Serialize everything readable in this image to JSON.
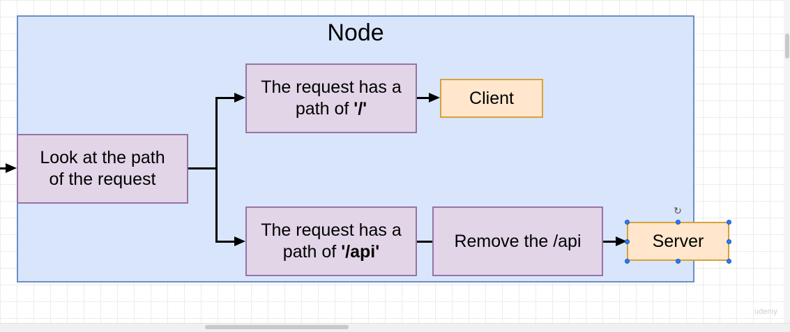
{
  "diagram": {
    "container_title": "Node",
    "nodes": {
      "look_at_path": {
        "line1": "Look at the path",
        "line2": "of the request"
      },
      "path_root": {
        "line1": "The request has a",
        "line2_prefix": "path of ",
        "line2_bold": "'/'"
      },
      "path_api": {
        "line1": "The request has a",
        "line2_prefix": "path of ",
        "line2_bold": "'/api'"
      },
      "client": {
        "label": "Client"
      },
      "remove_api": {
        "label": "Remove the /api"
      },
      "server": {
        "label": "Server"
      }
    },
    "edges": [
      {
        "from": "external",
        "to": "look_at_path"
      },
      {
        "from": "look_at_path",
        "to": "path_root"
      },
      {
        "from": "look_at_path",
        "to": "path_api"
      },
      {
        "from": "path_root",
        "to": "client"
      },
      {
        "from": "path_api",
        "to": "remove_api"
      },
      {
        "from": "remove_api",
        "to": "server"
      }
    ],
    "selected_node": "server"
  },
  "colors": {
    "container_fill": "#d9e5fb",
    "container_stroke": "#6c8ebf",
    "process_fill": "#e1d5e7",
    "process_stroke": "#9673a6",
    "terminal_fill": "#ffe6cc",
    "terminal_stroke": "#d6a23a",
    "selection_handle": "#2b7bf2"
  },
  "icons": {
    "rotate": "rotate-icon"
  },
  "watermark": "udemy"
}
